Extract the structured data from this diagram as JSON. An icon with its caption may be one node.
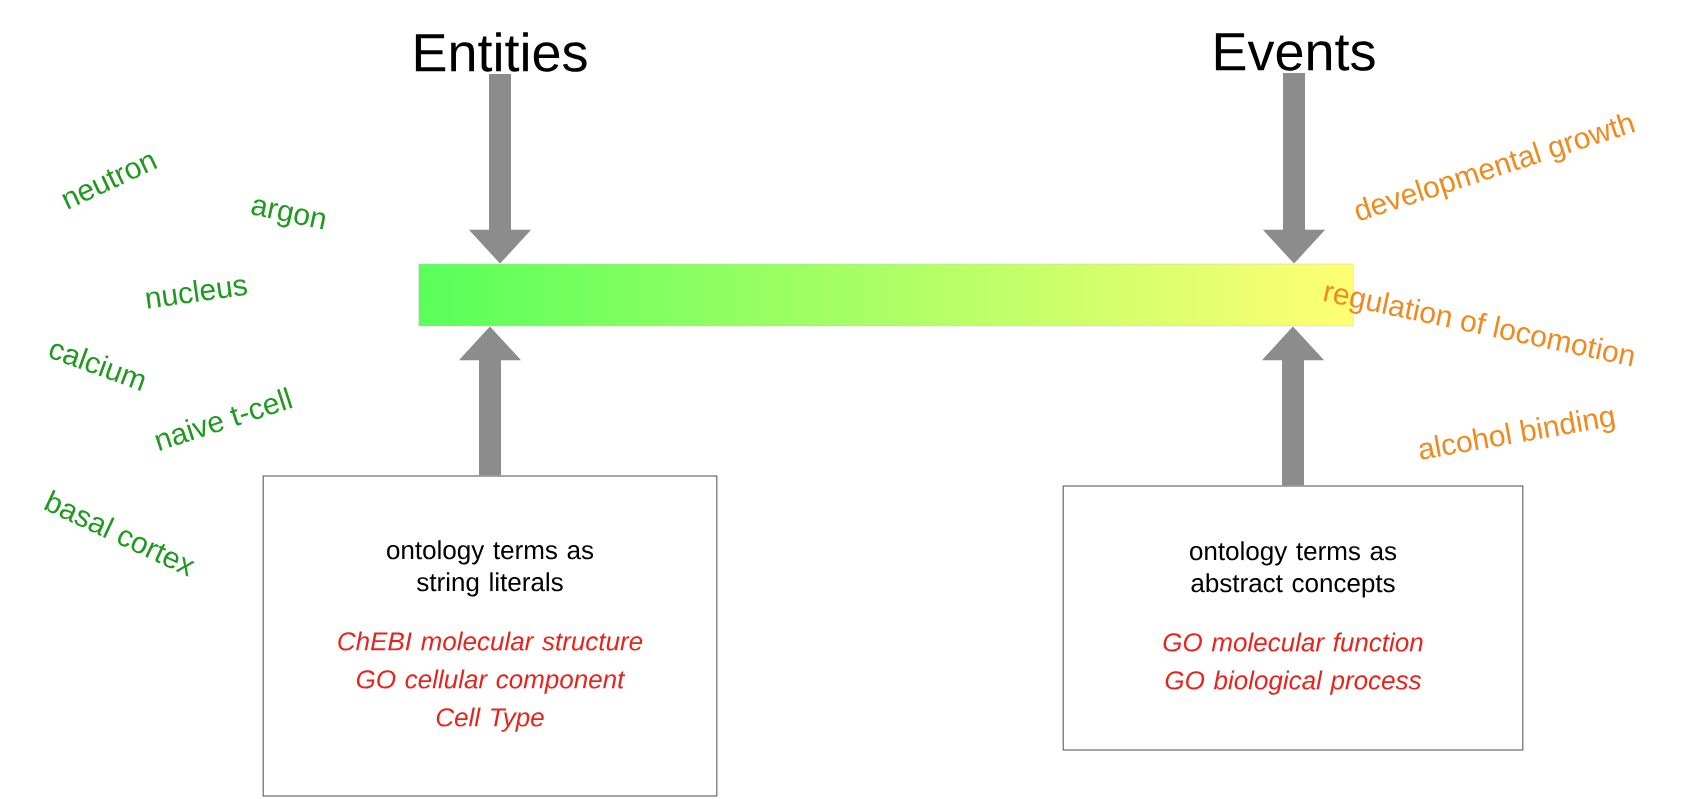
{
  "diagram": {
    "nodes": [
      {
        "text": [
          "Entities"
        ]
      },
      {
        "text": [
          "Events"
        ]
      },
      {
        "text": [],
        "shape": "bar"
      },
      {
        "text": [
          "ontology terms as string literals",
          "ChEBI molecular structure",
          "GO cellular component",
          "Cell Type"
        ]
      },
      {
        "text": [
          "ontology terms as abstract concepts",
          "GO molecular function",
          "GO biological process"
        ]
      }
    ],
    "edges": [
      {
        "from": 0,
        "to": 2,
        "arrow": "to"
      },
      {
        "from": 1,
        "to": 2,
        "arrow": "to"
      },
      {
        "from": 3,
        "to": 2,
        "arrow": "to"
      },
      {
        "from": 4,
        "to": 2,
        "arrow": "to"
      }
    ],
    "labels": [
      "neutron",
      "argon",
      "nucleus",
      "calcium",
      "naive t-cell",
      "basal cortex",
      "developmental growth",
      "regulation of locomotion",
      "alcohol binding"
    ]
  }
}
